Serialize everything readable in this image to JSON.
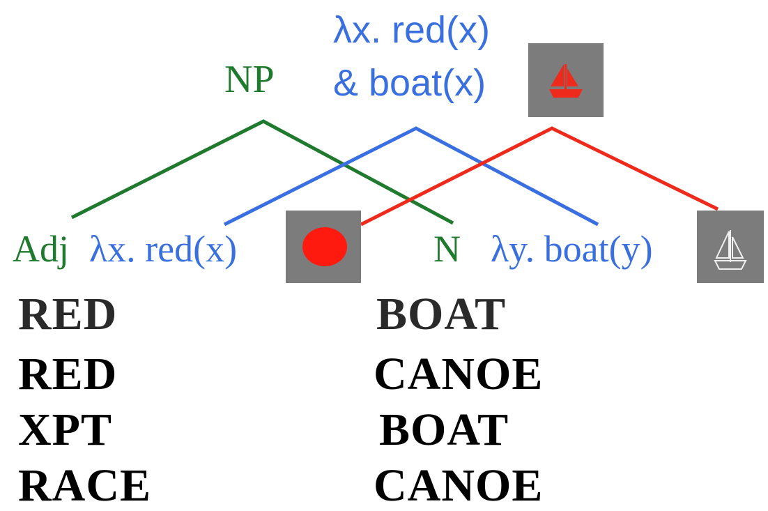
{
  "colors": {
    "np": "#1f7a2e",
    "semantic": "#3a6fe0",
    "image": "#ee2a1c",
    "box": "#7c7c7c",
    "top_word": "#2a2a2a",
    "word": "#000000"
  },
  "tree": {
    "np_label": "NP",
    "np_semantics_line1": "λx. red(x)",
    "np_semantics_line2": "& boat(x)",
    "adj_label": "Adj",
    "adj_semantics": "λx. red(x)",
    "n_label": "N",
    "n_semantics": "λy. boat(y)"
  },
  "icons": {
    "top": "red-sailboat-icon",
    "adj": "red-blob-icon",
    "n": "white-sailboat-outline-icon"
  },
  "word_pairs": [
    {
      "left": "RED",
      "right": "BOAT"
    },
    {
      "left": "RED",
      "right": "CANOE"
    },
    {
      "left": "XPT",
      "right": "BOAT"
    },
    {
      "left": "RACE",
      "right": "CANOE"
    }
  ]
}
